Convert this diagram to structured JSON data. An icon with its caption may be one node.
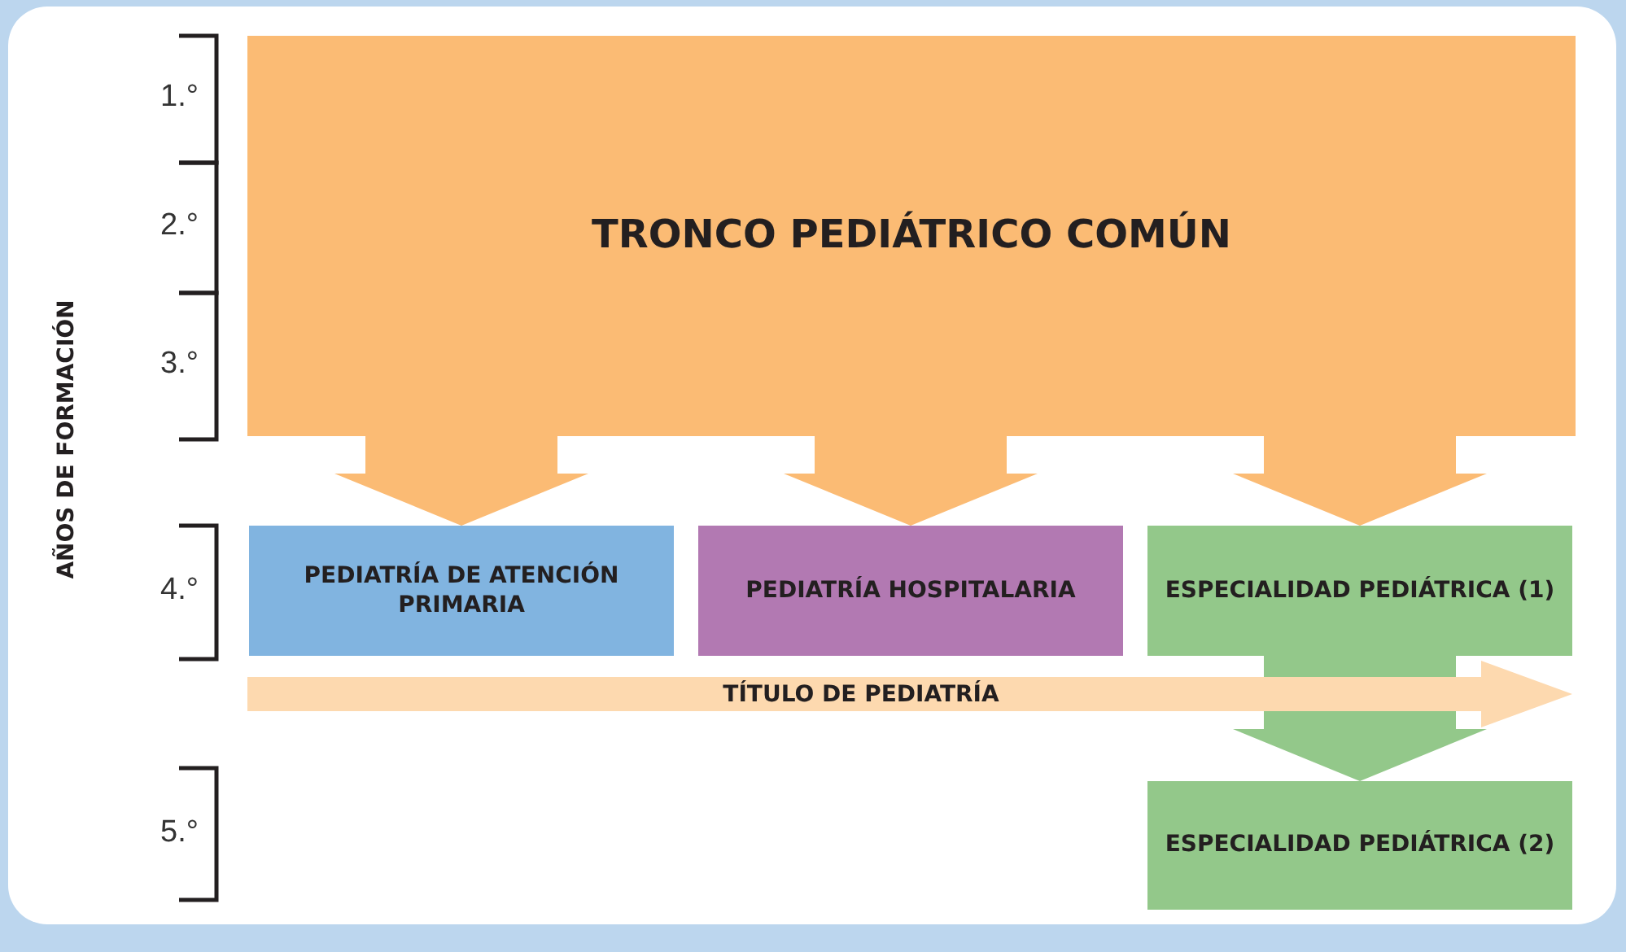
{
  "diagram": {
    "nodes": [
      {
        "text": [
          "TRONCO PEDIÁTRICO COMÚN"
        ]
      },
      {
        "text": [
          "PEDIATRÍA DE ATENCIÓN PRIMARIA"
        ]
      },
      {
        "text": [
          "PEDIATRÍA HOSPITALARIA"
        ]
      },
      {
        "text": [
          "ESPECIALIDAD PEDIÁTRICA (1)"
        ]
      },
      {
        "text": [
          "TÍTULO DE PEDIATRÍA"
        ]
      },
      {
        "text": [
          "ESPECIALIDAD PEDIÁTRICA (2)"
        ]
      }
    ],
    "edges": [
      {
        "from": 0,
        "to": 1,
        "arrow": "to"
      },
      {
        "from": 0,
        "to": 2,
        "arrow": "to"
      },
      {
        "from": 0,
        "to": 3,
        "arrow": "to"
      },
      {
        "from": 3,
        "to": 5,
        "arrow": "to",
        "color": "#93c88a"
      }
    ],
    "labels": [
      "AÑOS DE FORMACIÓN",
      "1.°",
      "2.°",
      "3.°",
      "4.°",
      "5.°"
    ]
  }
}
